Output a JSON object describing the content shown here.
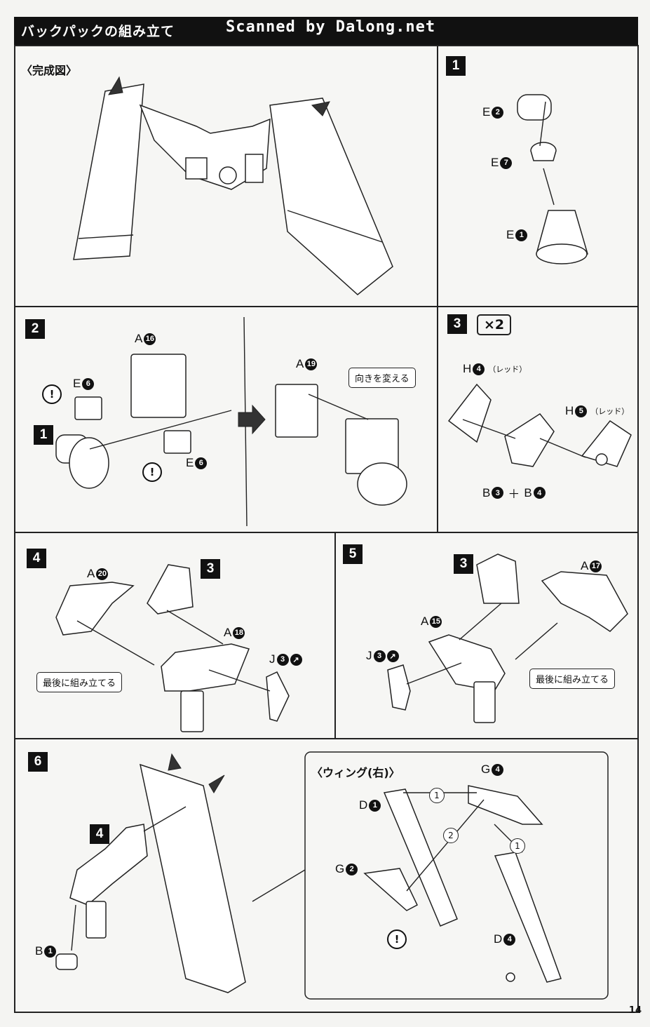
{
  "header": {
    "title": "バックパックの組み立て",
    "watermark": "Scanned by Dalong.net"
  },
  "completed": {
    "label": "〈完成図〉"
  },
  "step1": {
    "num": "1",
    "parts": [
      {
        "letter": "E",
        "num": "2"
      },
      {
        "letter": "E",
        "num": "7"
      },
      {
        "letter": "E",
        "num": "1"
      }
    ]
  },
  "step2": {
    "num": "2",
    "sub_ref": "1",
    "parts": {
      "a16": {
        "letter": "A",
        "num": "16"
      },
      "e6_top": {
        "letter": "E",
        "num": "6"
      },
      "e6_bottom": {
        "letter": "E",
        "num": "6"
      },
      "a19": {
        "letter": "A",
        "num": "19"
      }
    },
    "warn": "!",
    "callout": "向きを変える"
  },
  "step3": {
    "num": "3",
    "times": "×2",
    "parts": {
      "h4": {
        "letter": "H",
        "num": "4",
        "note": "（レッド）"
      },
      "h5": {
        "letter": "H",
        "num": "5",
        "note": "（レッド）"
      },
      "b3": {
        "letter": "B",
        "num": "3"
      },
      "plus": "＋",
      "b4": {
        "letter": "B",
        "num": "4"
      }
    }
  },
  "step4": {
    "num": "4",
    "sub_ref": "3",
    "parts": {
      "a20": {
        "letter": "A",
        "num": "20"
      },
      "a18": {
        "letter": "A",
        "num": "18"
      },
      "j3": {
        "letter": "J",
        "num": "3"
      }
    },
    "callout": "最後に組み立てる"
  },
  "step5": {
    "num": "5",
    "sub_ref": "3",
    "parts": {
      "a17": {
        "letter": "A",
        "num": "17"
      },
      "a15": {
        "letter": "A",
        "num": "15"
      },
      "j3": {
        "letter": "J",
        "num": "3"
      }
    },
    "callout": "最後に組み立てる"
  },
  "step6": {
    "num": "6",
    "sub_ref": "4",
    "parts": {
      "b1": {
        "letter": "B",
        "num": "1"
      }
    },
    "wing": {
      "label": "〈ウィング(右)〉",
      "parts": {
        "d1": {
          "letter": "D",
          "num": "1"
        },
        "g4": {
          "letter": "G",
          "num": "4"
        },
        "g2": {
          "letter": "G",
          "num": "2"
        },
        "d4": {
          "letter": "D",
          "num": "4"
        }
      },
      "order": [
        "1",
        "2",
        "1"
      ],
      "warn": "!"
    }
  },
  "page_number": "14"
}
